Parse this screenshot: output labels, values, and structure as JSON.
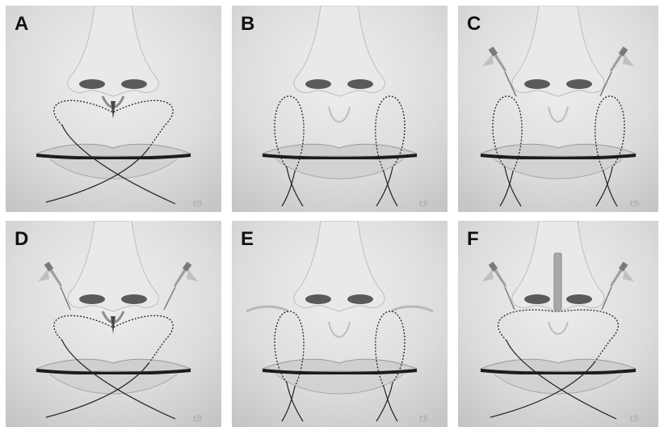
{
  "figure": {
    "panels": [
      {
        "letter": "A",
        "suture": "heart",
        "needles": false,
        "tip_exit": false,
        "skin_puckered": true
      },
      {
        "letter": "B",
        "suture": "loops",
        "needles": false,
        "tip_exit": false,
        "skin_puckered": false
      },
      {
        "letter": "C",
        "suture": "loops",
        "needles": true,
        "tip_exit": false,
        "skin_puckered": false
      },
      {
        "letter": "D",
        "suture": "heart",
        "needles": true,
        "tip_exit": false,
        "skin_puckered": true
      },
      {
        "letter": "E",
        "suture": "loops",
        "needles": false,
        "tip_exit": false,
        "skin_puckered": false,
        "cannula_curves": true
      },
      {
        "letter": "F",
        "suture": "heart",
        "needles": true,
        "tip_exit": true,
        "skin_puckered": false
      }
    ],
    "colors": {
      "background": "#ffffff",
      "skin": "#dadada",
      "shadow": "#6a6a6a",
      "lip_line": "#1c1c1c",
      "suture": "#222222"
    }
  }
}
